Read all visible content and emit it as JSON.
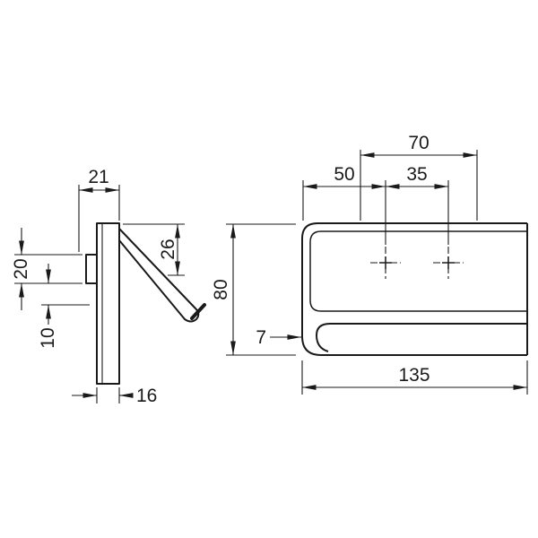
{
  "side_view": {
    "dim_top_depth": "21",
    "dim_mount_plate_height": "20",
    "dim_below_mount": "10",
    "dim_arm_drop": "26",
    "dim_plate_depth": "16"
  },
  "front_view": {
    "dim_hole_span": "70",
    "dim_left_to_hole": "50",
    "dim_hole_spacing": "35",
    "dim_height": "80",
    "dim_bar_thickness": "7",
    "dim_total_width": "135"
  },
  "colors": {
    "line": "#1a1a1a",
    "background": "#ffffff"
  }
}
